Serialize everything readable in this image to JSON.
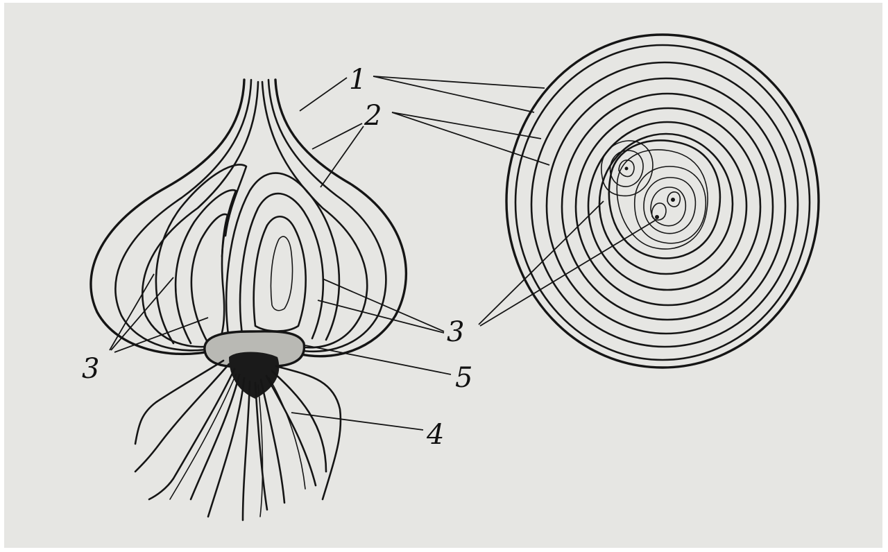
{
  "figure": {
    "colors": {
      "paper": "#e6e6e3",
      "ink": "#151515"
    },
    "labels": {
      "label_1": "1",
      "label_2": "2",
      "label_3_left": "3",
      "label_3_right": "3",
      "label_4": "4",
      "label_5": "5"
    }
  }
}
